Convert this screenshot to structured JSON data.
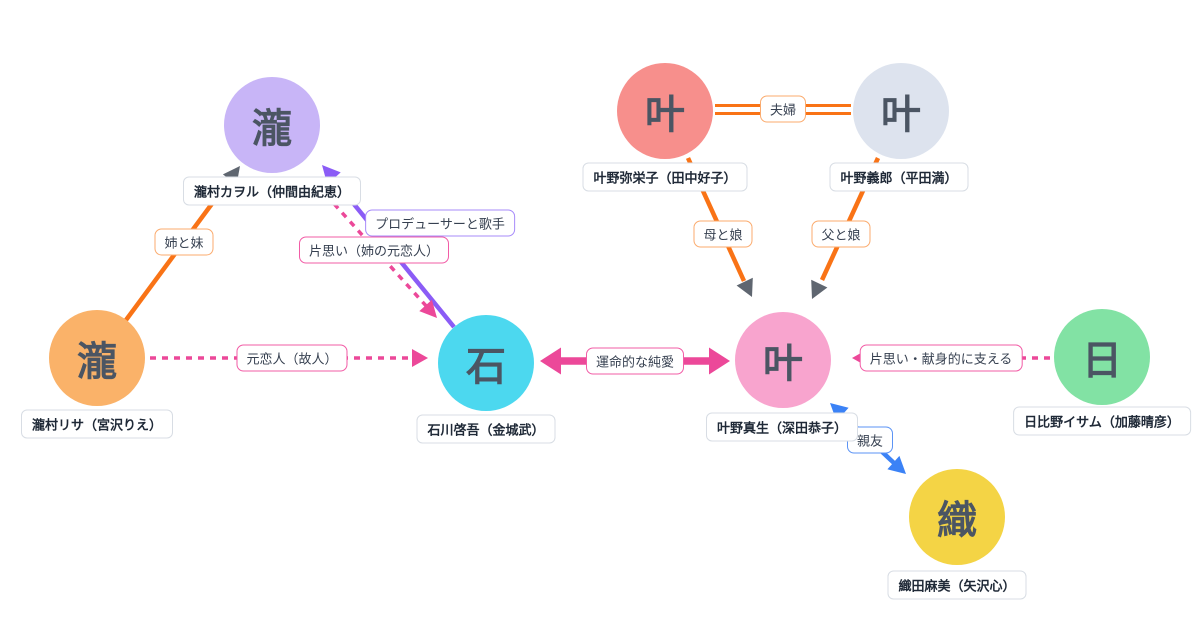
{
  "diagram": {
    "title": "character-relationship-chart",
    "background": "#ffffff",
    "nodes": [
      {
        "id": "takimura-kaworu",
        "initial": "瀧",
        "name": "瀧村カヲル（仲間由紀恵）",
        "fill": "#c8b5f7"
      },
      {
        "id": "takimura-lisa",
        "initial": "瀧",
        "name": "瀧村リサ（宮沢りえ）",
        "fill": "#fab269"
      },
      {
        "id": "ishikawa-keigo",
        "initial": "石",
        "name": "石川啓吾（金城武）",
        "fill": "#4cd8ef"
      },
      {
        "id": "kanono-yaeko",
        "initial": "叶",
        "name": "叶野弥栄子（田中好子）",
        "fill": "#f78f8c"
      },
      {
        "id": "kanono-girou",
        "initial": "叶",
        "name": "叶野義郎（平田満）",
        "fill": "#dde3ee"
      },
      {
        "id": "kanono-mao",
        "initial": "叶",
        "name": "叶野真生（深田恭子）",
        "fill": "#f8a4ce"
      },
      {
        "id": "hibino-isamu",
        "initial": "日",
        "name": "日比野イサム（加藤晴彦）",
        "fill": "#82e2a4"
      },
      {
        "id": "orita-asami",
        "initial": "織",
        "name": "織田麻美（矢沢心）",
        "fill": "#f4d445"
      }
    ],
    "edges": [
      {
        "label": "姉と妹",
        "from": "takimura-lisa",
        "to": "takimura-kaworu",
        "style": "solid",
        "color": "#f97316"
      },
      {
        "label": "プロデューサーと歌手",
        "from": "ishikawa-keigo",
        "to": "takimura-kaworu",
        "style": "solid",
        "color": "#8b5cf6"
      },
      {
        "label": "片思い（姉の元恋人）",
        "from": "takimura-kaworu",
        "to": "ishikawa-keigo",
        "style": "dashed",
        "color": "#ec4899"
      },
      {
        "label": "元恋人（故人）",
        "from": "takimura-lisa",
        "to": "ishikawa-keigo",
        "style": "dashed",
        "color": "#ec4899"
      },
      {
        "label": "運命的な純愛",
        "from": "ishikawa-keigo",
        "to": "kanono-mao",
        "style": "thick-double-arrow",
        "color": "#ec4899"
      },
      {
        "label": "夫婦",
        "from": "kanono-yaeko",
        "to": "kanono-girou",
        "style": "double-line",
        "color": "#f97316"
      },
      {
        "label": "母と娘",
        "from": "kanono-yaeko",
        "to": "kanono-mao",
        "style": "solid",
        "color": "#f97316"
      },
      {
        "label": "父と娘",
        "from": "kanono-girou",
        "to": "kanono-mao",
        "style": "solid",
        "color": "#f97316"
      },
      {
        "label": "片思い・献身的に支える",
        "from": "hibino-isamu",
        "to": "kanono-mao",
        "style": "dashed",
        "color": "#ec4899"
      },
      {
        "label": "親友",
        "from": "kanono-mao",
        "to": "orita-asami",
        "style": "double-arrow",
        "color": "#3b82f6"
      }
    ],
    "colors": {
      "family_edge": "#f97316",
      "romance_edge": "#ec4899",
      "work_edge": "#8b5cf6",
      "friend_edge": "#3b82f6",
      "family_arrowhead": "#5f6670",
      "node_text": "#4b5563"
    }
  }
}
